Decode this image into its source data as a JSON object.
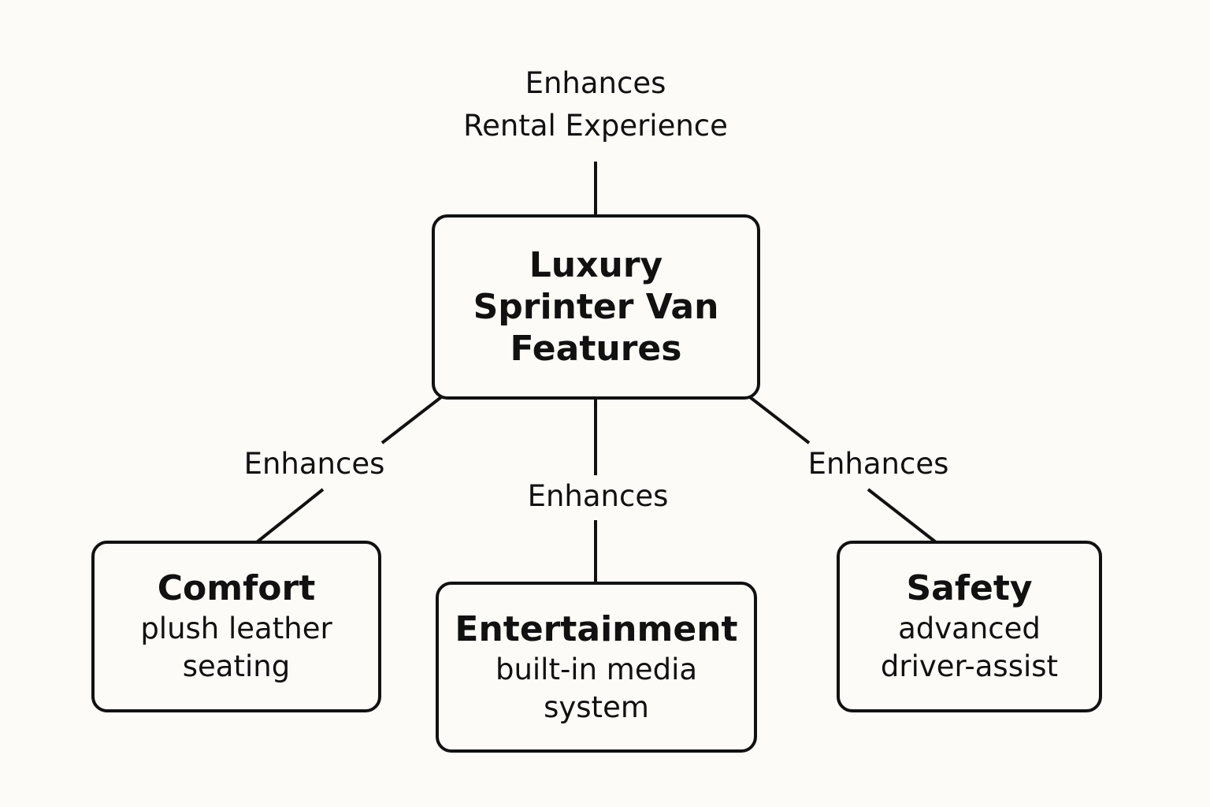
{
  "diagram": {
    "top_label": "Enhances\nRental Experience",
    "central": {
      "title": "Luxury\nSprinter Van\nFeatures"
    },
    "edge_labels": {
      "left": "Enhances",
      "middle": "Enhances",
      "right": "Enhances"
    },
    "nodes": [
      {
        "title": "Comfort",
        "description": "plush leather\nseating"
      },
      {
        "title": "Entertainment",
        "description": "built-in media\nsystem"
      },
      {
        "title": "Safety",
        "description": "advanced\ndriver-assist"
      }
    ]
  },
  "colors": {
    "background": "#fcfbf7",
    "stroke": "#111111",
    "text": "#111111"
  }
}
